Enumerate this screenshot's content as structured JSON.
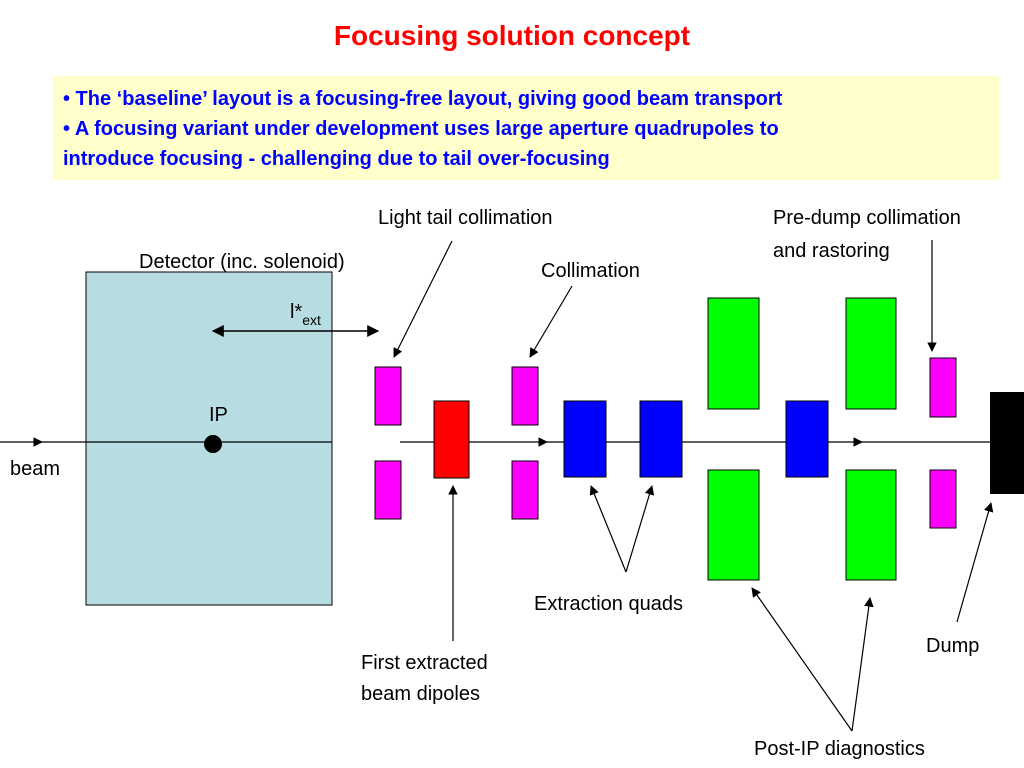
{
  "title": "Focusing solution concept",
  "bullets": [
    "• The ‘baseline’ layout is a focusing-free layout, giving good beam transport",
    "• A focusing variant under development uses large aperture quadrupoles to",
    "introduce focusing - challenging due to tail over-focusing"
  ],
  "labels": {
    "detector": "Detector (inc. solenoid)",
    "lstar": "l*",
    "lstar_sub": "ext",
    "ip": "IP",
    "beam": "beam",
    "light_tail_collimation": "Light tail collimation",
    "collimation": "Collimation",
    "pre_dump_line1": "Pre-dump collimation",
    "pre_dump_line2": "and rastoring",
    "extraction_quads": "Extraction quads",
    "first_dipoles_line1": "First extracted",
    "first_dipoles_line2": "beam dipoles",
    "dump": "Dump",
    "post_ip_diagnostics": "Post-IP diagnostics"
  },
  "colors": {
    "title": "#ff0000",
    "bullet_text": "#0000ff",
    "bullet_background": "#ffffcc",
    "detector": "#b7dde3",
    "collimator": "#ff00ff",
    "dipole": "#ff0000",
    "quadrupole": "#0000ff",
    "diagnostics": "#00ff00",
    "dump": "#000000"
  }
}
